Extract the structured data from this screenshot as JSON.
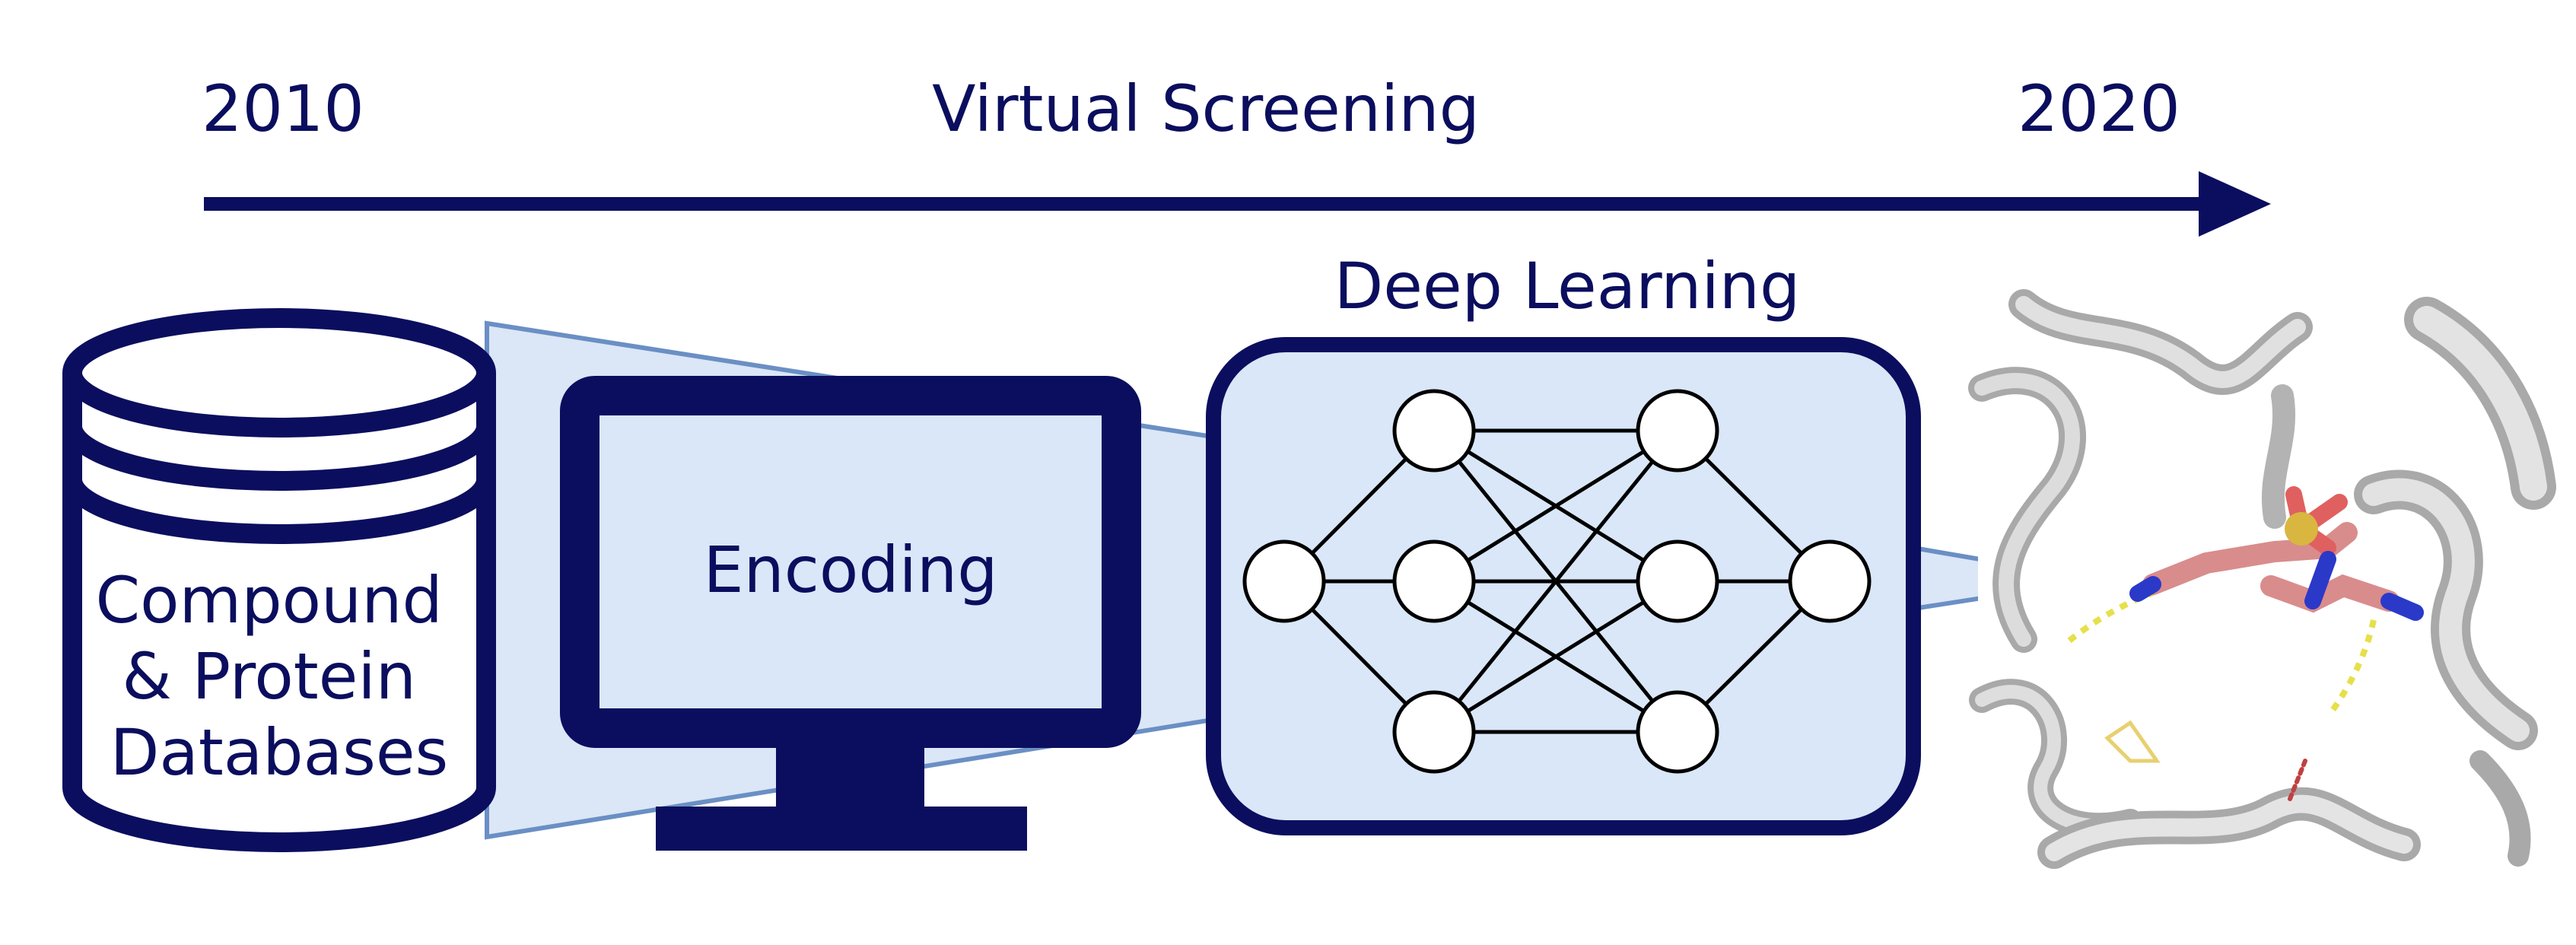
{
  "timeline": {
    "start_year": "2010",
    "title": "Virtual Screening",
    "end_year": "2020"
  },
  "database": {
    "label_lines": [
      "Compound",
      "& Protein",
      "Databases"
    ]
  },
  "monitor": {
    "label": "Encoding"
  },
  "network": {
    "title": "Deep Learning",
    "layers": [
      1,
      3,
      3,
      1
    ]
  },
  "structure_image": {
    "icon": "protein-ligand-complex-render"
  },
  "colors": {
    "navy": "#0b0e5e",
    "light_fill": "#d9e7f8",
    "cone_fill": "#dbe6f6",
    "cone_stroke": "#6a8fc4"
  }
}
